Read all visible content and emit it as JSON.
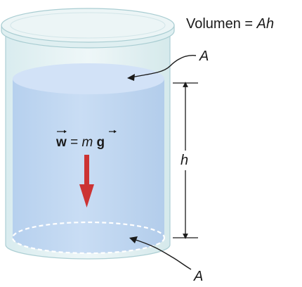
{
  "labels": {
    "volume_text": "Volumen = ",
    "volume_var": "Ah",
    "area_top": "A",
    "area_bottom": "A",
    "height": "h",
    "weight_w": "w",
    "weight_eq": " = ",
    "weight_m": "m",
    "weight_g": "g"
  },
  "colors": {
    "liquid": "#c3daf2",
    "liquid_surface": "#d2e2f7",
    "glass": "#e4f1f3",
    "lid": "#ecf5f6",
    "glass_stroke": "#a9cdd2",
    "arrow": "#cc3333",
    "ink": "#1a1a1a"
  }
}
